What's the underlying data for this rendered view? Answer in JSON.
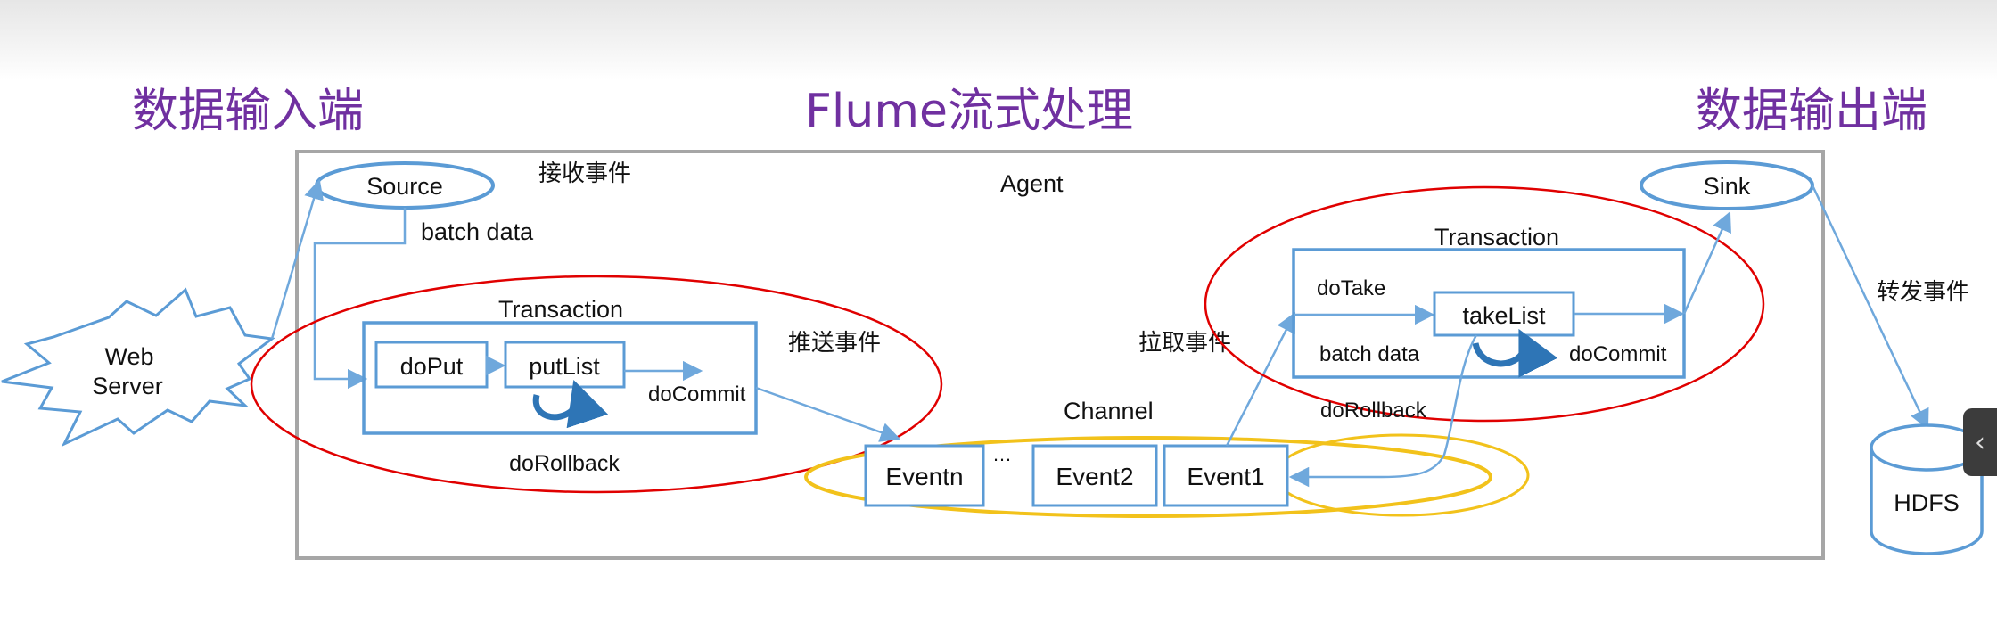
{
  "headings": {
    "input": "数据输入端",
    "flume": "Flume流式处理",
    "output": "数据输出端"
  },
  "agent": {
    "label": "Agent"
  },
  "source": {
    "label": "Source",
    "receive_label": "接收事件",
    "batch_label": "batch data"
  },
  "web_server": {
    "line1": "Web",
    "line2": "Server"
  },
  "put_transaction": {
    "title": "Transaction",
    "do_put": "doPut",
    "put_list": "putList",
    "do_commit": "doCommit",
    "do_rollback": "doRollback",
    "push_label": "推送事件"
  },
  "channel": {
    "label": "Channel",
    "events": [
      "Eventn",
      "…",
      "Event2",
      "Event1"
    ]
  },
  "take_transaction": {
    "title": "Transaction",
    "do_take": "doTake",
    "take_list": "takeList",
    "batch_label": "batch data",
    "do_commit": "doCommit",
    "do_rollback": "doRollback",
    "pull_label": "拉取事件"
  },
  "sink": {
    "label": "Sink",
    "forward_label": "转发事件"
  },
  "hdfs": {
    "label": "HDFS"
  },
  "side_tab": {
    "icon": "chevron-left-icon",
    "glyph": "‹"
  },
  "colors": {
    "heading": "#7030a0",
    "box_stroke": "#5b9bd5",
    "agent_stroke": "#a6a6a6",
    "highlight_red": "#e00000",
    "highlight_yellow": "#f2c21b",
    "arrow": "#6fa8dc",
    "cycle": "#2e75b6"
  }
}
